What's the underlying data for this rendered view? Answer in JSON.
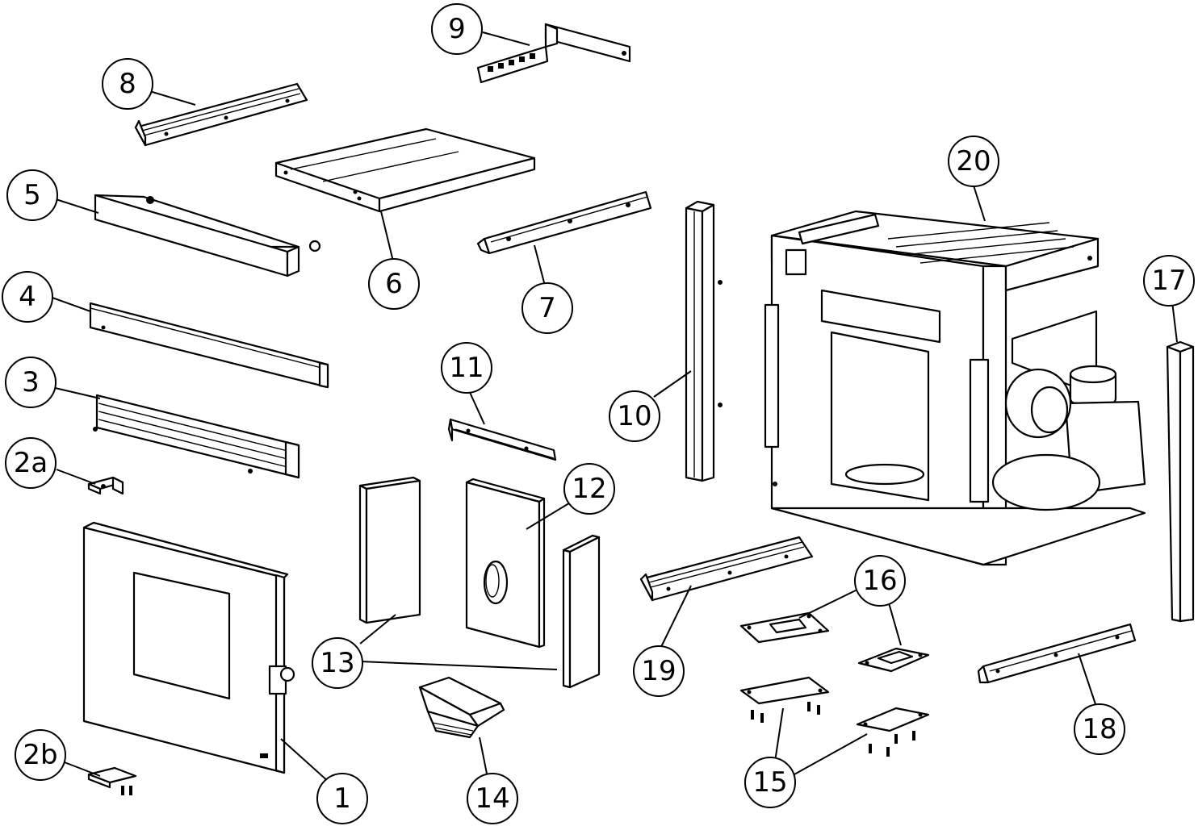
{
  "callouts": [
    {
      "id": "1",
      "label": "1"
    },
    {
      "id": "2a",
      "label": "2a"
    },
    {
      "id": "2b",
      "label": "2b"
    },
    {
      "id": "3",
      "label": "3"
    },
    {
      "id": "4",
      "label": "4"
    },
    {
      "id": "5",
      "label": "5"
    },
    {
      "id": "6",
      "label": "6"
    },
    {
      "id": "7",
      "label": "7"
    },
    {
      "id": "8",
      "label": "8"
    },
    {
      "id": "9",
      "label": "9"
    },
    {
      "id": "10",
      "label": "10"
    },
    {
      "id": "11",
      "label": "11"
    },
    {
      "id": "12",
      "label": "12"
    },
    {
      "id": "13",
      "label": "13"
    },
    {
      "id": "14",
      "label": "14"
    },
    {
      "id": "15",
      "label": "15"
    },
    {
      "id": "16",
      "label": "16"
    },
    {
      "id": "17",
      "label": "17"
    },
    {
      "id": "18",
      "label": "18"
    },
    {
      "id": "19",
      "label": "19"
    },
    {
      "id": "20",
      "label": "20"
    }
  ]
}
